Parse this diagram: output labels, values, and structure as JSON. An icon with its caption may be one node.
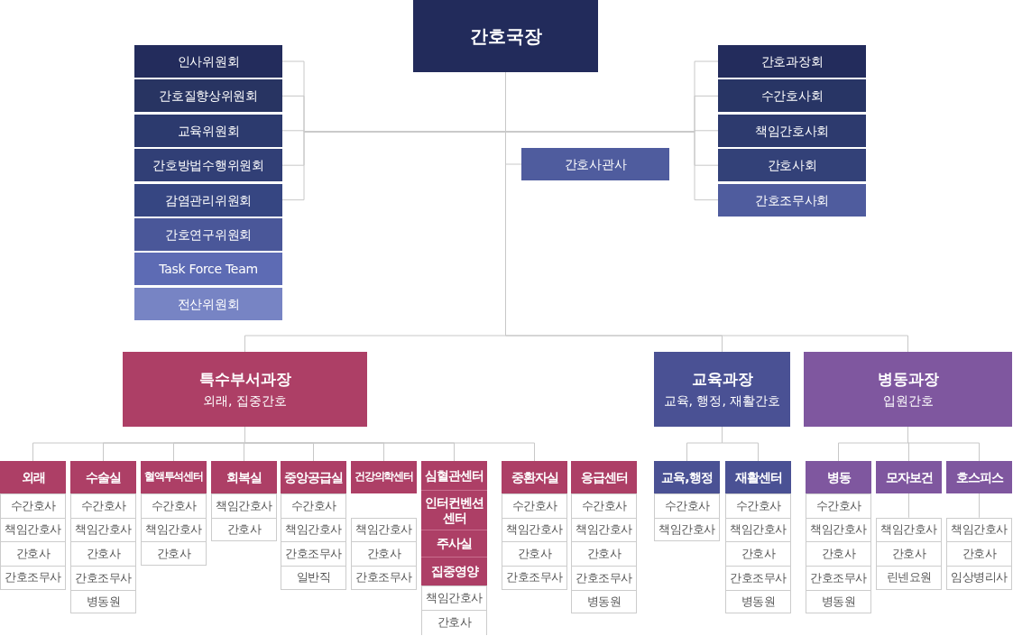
{
  "diagram": {
    "nodes": [
      {
        "text": [
          "간호국장"
        ]
      },
      {
        "text": [
          "인사위원회"
        ]
      },
      {
        "text": [
          "간호질향상위원회"
        ]
      },
      {
        "text": [
          "교육위원회"
        ]
      },
      {
        "text": [
          "간호방법수행위원회"
        ]
      },
      {
        "text": [
          "감염관리위원회"
        ]
      },
      {
        "text": [
          "간호연구위원회"
        ]
      },
      {
        "text": [
          "Task Force Team"
        ]
      },
      {
        "text": [
          "전산위원회"
        ]
      },
      {
        "text": [
          "간호과장회"
        ]
      },
      {
        "text": [
          "수간호사회"
        ]
      },
      {
        "text": [
          "책임간호사회"
        ]
      },
      {
        "text": [
          "간호사회"
        ]
      },
      {
        "text": [
          "간호조무사회"
        ]
      },
      {
        "text": [
          "간호사관사"
        ]
      },
      {
        "text": [
          "특수부서과장",
          "외래, 집중간호"
        ]
      },
      {
        "text": [
          "교육과장",
          "교육, 행정, 재활간호"
        ]
      },
      {
        "text": [
          "병동과장",
          "입원간호"
        ]
      },
      {
        "text": [
          "외래"
        ]
      },
      {
        "text": [
          "수간호사"
        ]
      },
      {
        "text": [
          "책임간호사"
        ]
      },
      {
        "text": [
          "간호사"
        ]
      },
      {
        "text": [
          "간호조무사"
        ]
      },
      {
        "text": [
          "수술실"
        ]
      },
      {
        "text": [
          "수간호사"
        ]
      },
      {
        "text": [
          "책임간호사"
        ]
      },
      {
        "text": [
          "간호사"
        ]
      },
      {
        "text": [
          "간호조무사"
        ]
      },
      {
        "text": [
          "병동원"
        ]
      },
      {
        "text": [
          "혈액투석센터"
        ]
      },
      {
        "text": [
          "수간호사"
        ]
      },
      {
        "text": [
          "책임간호사"
        ]
      },
      {
        "text": [
          "간호사"
        ]
      },
      {
        "text": [
          "회복실"
        ]
      },
      {
        "text": [
          "책임간호사"
        ]
      },
      {
        "text": [
          "간호사"
        ]
      },
      {
        "text": [
          "중앙공급실"
        ]
      },
      {
        "text": [
          "수간호사"
        ]
      },
      {
        "text": [
          "책임간호사"
        ]
      },
      {
        "text": [
          "간호조무사"
        ]
      },
      {
        "text": [
          "일반직"
        ]
      },
      {
        "text": [
          "건강의학센터"
        ]
      },
      {
        "text": [
          "책임간호사"
        ]
      },
      {
        "text": [
          "간호사"
        ]
      },
      {
        "text": [
          "간호조무사"
        ]
      },
      {
        "text": [
          "심혈관센터"
        ]
      },
      {
        "text": [
          "인터컨벤션 센터"
        ]
      },
      {
        "text": [
          "주사실"
        ]
      },
      {
        "text": [
          "집중영양"
        ]
      },
      {
        "text": [
          "책임간호사"
        ]
      },
      {
        "text": [
          "간호사"
        ]
      },
      {
        "text": [
          "중환자실"
        ]
      },
      {
        "text": [
          "수간호사"
        ]
      },
      {
        "text": [
          "책임간호사"
        ]
      },
      {
        "text": [
          "간호사"
        ]
      },
      {
        "text": [
          "간호조무사"
        ]
      },
      {
        "text": [
          "응급센터"
        ]
      },
      {
        "text": [
          "수간호사"
        ]
      },
      {
        "text": [
          "책임간호사"
        ]
      },
      {
        "text": [
          "간호사"
        ]
      },
      {
        "text": [
          "간호조무사"
        ]
      },
      {
        "text": [
          "병동원"
        ]
      },
      {
        "text": [
          "교육,행정"
        ]
      },
      {
        "text": [
          "수간호사"
        ]
      },
      {
        "text": [
          "책임간호사"
        ]
      },
      {
        "text": [
          "재활센터"
        ]
      },
      {
        "text": [
          "수간호사"
        ]
      },
      {
        "text": [
          "책임간호사"
        ]
      },
      {
        "text": [
          "간호사"
        ]
      },
      {
        "text": [
          "간호조무사"
        ]
      },
      {
        "text": [
          "병동원"
        ]
      },
      {
        "text": [
          "병동"
        ]
      },
      {
        "text": [
          "수간호사"
        ]
      },
      {
        "text": [
          "책임간호사"
        ]
      },
      {
        "text": [
          "간호사"
        ]
      },
      {
        "text": [
          "간호조무사"
        ]
      },
      {
        "text": [
          "병동원"
        ]
      },
      {
        "text": [
          "모자보건"
        ]
      },
      {
        "text": [
          "책임간호사"
        ]
      },
      {
        "text": [
          "간호사"
        ]
      },
      {
        "text": [
          "린넨요원"
        ]
      },
      {
        "text": [
          "호스피스"
        ]
      },
      {
        "text": [
          "책임간호사"
        ]
      },
      {
        "text": [
          "간호사"
        ]
      },
      {
        "text": [
          "임상병리사"
        ]
      }
    ],
    "edges": [
      {
        "from": 0,
        "to": 1,
        "arrow": "none"
      },
      {
        "from": 0,
        "to": 2,
        "arrow": "none"
      },
      {
        "from": 0,
        "to": 3,
        "arrow": "none"
      },
      {
        "from": 0,
        "to": 4,
        "arrow": "none"
      },
      {
        "from": 0,
        "to": 5,
        "arrow": "none"
      },
      {
        "from": 0,
        "to": 9,
        "arrow": "none"
      },
      {
        "from": 0,
        "to": 10,
        "arrow": "none"
      },
      {
        "from": 0,
        "to": 11,
        "arrow": "none"
      },
      {
        "from": 0,
        "to": 12,
        "arrow": "none"
      },
      {
        "from": 0,
        "to": 13,
        "arrow": "none"
      },
      {
        "from": 0,
        "to": 14,
        "arrow": "none"
      },
      {
        "from": 0,
        "to": 15,
        "arrow": "none"
      },
      {
        "from": 0,
        "to": 16,
        "arrow": "none"
      },
      {
        "from": 0,
        "to": 17,
        "arrow": "none"
      },
      {
        "from": 15,
        "to": 18,
        "arrow": "none"
      },
      {
        "from": 15,
        "to": 23,
        "arrow": "none"
      },
      {
        "from": 15,
        "to": 29,
        "arrow": "none"
      },
      {
        "from": 15,
        "to": 33,
        "arrow": "none"
      },
      {
        "from": 15,
        "to": 36,
        "arrow": "none"
      },
      {
        "from": 15,
        "to": 41,
        "arrow": "none"
      },
      {
        "from": 15,
        "to": 45,
        "arrow": "none"
      },
      {
        "from": 15,
        "to": 51,
        "arrow": "none"
      },
      {
        "from": 16,
        "to": 62,
        "arrow": "none"
      },
      {
        "from": 16,
        "to": 65,
        "arrow": "none"
      },
      {
        "from": 17,
        "to": 71,
        "arrow": "none"
      },
      {
        "from": 17,
        "to": 77,
        "arrow": "none"
      },
      {
        "from": 17,
        "to": 81,
        "arrow": "none"
      },
      {
        "from": 77,
        "to": 78,
        "arrow": "none"
      },
      {
        "from": 81,
        "to": 82,
        "arrow": "none"
      }
    ]
  }
}
